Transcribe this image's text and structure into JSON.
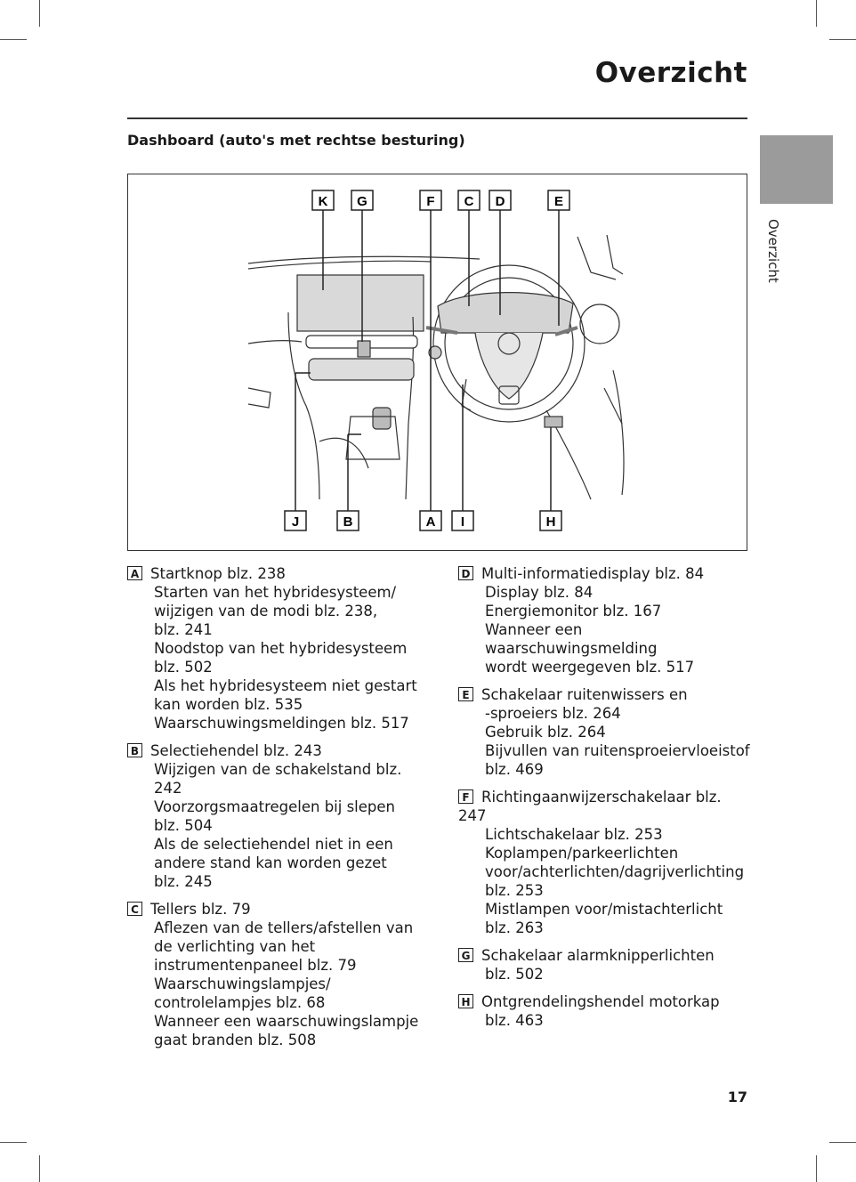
{
  "page": {
    "title": "Overzicht",
    "section_title": "Dashboard (auto's met rechtse besturing)",
    "side_tab": "Overzicht",
    "page_number": "17"
  },
  "figure": {
    "callouts_top": [
      "K",
      "G",
      "F",
      "C",
      "D",
      "E"
    ],
    "callouts_bottom": [
      "J",
      "B",
      "A",
      "I",
      "H"
    ]
  },
  "entries_left": [
    {
      "letter": "A",
      "head": "Startknop blz. 238",
      "lines": [
        "Starten van het hybridesysteem/",
        "wijzigen van de modi blz. 238,",
        "blz. 241",
        "Noodstop van het hybridesysteem",
        "blz. 502",
        "Als het hybridesysteem niet gestart",
        "kan worden blz. 535",
        "Waarschuwingsmeldingen blz. 517"
      ]
    },
    {
      "letter": "B",
      "head": "Selectiehendel blz. 243",
      "lines": [
        "Wijzigen van de schakelstand blz. 242",
        "Voorzorgsmaatregelen bij slepen",
        "blz. 504",
        "Als de selectiehendel niet in een",
        "andere stand kan worden gezet",
        "blz. 245"
      ]
    },
    {
      "letter": "C",
      "head": "Tellers blz. 79",
      "lines": [
        "Aflezen van de tellers/afstellen van",
        "de verlichting van het",
        "instrumentenpaneel blz. 79",
        "Waarschuwingslampjes/",
        "controlelampjes blz. 68",
        "Wanneer een waarschuwingslampje",
        "gaat branden blz. 508"
      ]
    }
  ],
  "entries_right": [
    {
      "letter": "D",
      "head": "Multi-informatiedisplay blz. 84",
      "lines": [
        "Display blz. 84",
        "Energiemonitor blz. 167",
        "Wanneer een waarschuwingsmelding",
        "wordt weergegeven blz. 517"
      ]
    },
    {
      "letter": "E",
      "head": "Schakelaar ruitenwissers en",
      "lines": [
        "-sproeiers blz. 264",
        "Gebruik blz. 264",
        "Bijvullen van ruitensproeiervloeistof",
        "blz. 469"
      ]
    },
    {
      "letter": "F",
      "head": "Richtingaanwijzerschakelaar blz. 247",
      "lines": [
        "Lichtschakelaar blz. 253",
        "Koplampen/parkeerlichten",
        "voor/achterlichten/dagrijverlichting",
        "blz. 253",
        "Mistlampen voor/mistachterlicht",
        "blz. 263"
      ]
    },
    {
      "letter": "G",
      "head": "Schakelaar alarmknipperlichten",
      "lines": [
        "blz. 502"
      ]
    },
    {
      "letter": "H",
      "head": "Ontgrendelingshendel motorkap",
      "lines": [
        "blz. 463"
      ]
    }
  ]
}
